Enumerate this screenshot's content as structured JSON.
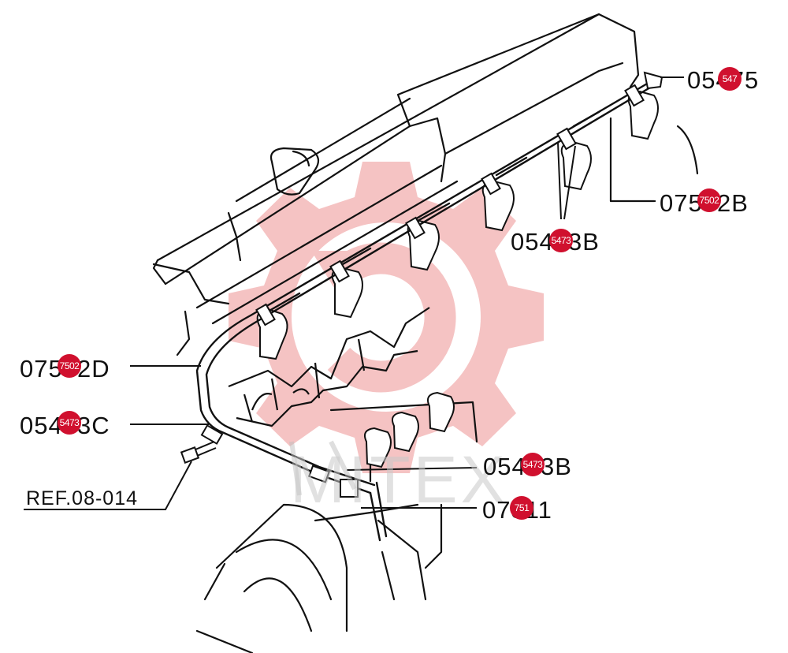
{
  "watermark": {
    "text": "MITEX",
    "gear_color": "#f2b0b0"
  },
  "badge_color": "#d0102e",
  "callouts": [
    {
      "id": "c1",
      "label": "05475",
      "badge": "547"
    },
    {
      "id": "c2",
      "label": "07502B",
      "badge": "7502"
    },
    {
      "id": "c3",
      "label": "05473B",
      "badge": "5473"
    },
    {
      "id": "c4",
      "label": "07502D",
      "badge": "7502"
    },
    {
      "id": "c5",
      "label": "05473C",
      "badge": "5473"
    },
    {
      "id": "c6",
      "label": "05473B",
      "badge": "5473"
    },
    {
      "id": "c7",
      "label": "07511",
      "badge": "751"
    }
  ],
  "reference": {
    "label": "REF.08-014"
  }
}
